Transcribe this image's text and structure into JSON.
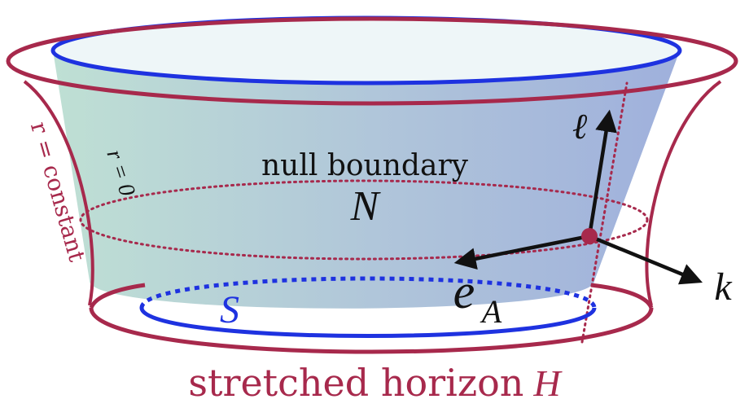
{
  "colors": {
    "crimson": "#A7294C",
    "blue": "#1E32E0",
    "black": "#111111",
    "fill_left": "#BFE0D4",
    "fill_right": "#9FB0DC",
    "top_fill": "#EEF6F8"
  },
  "labels": {
    "null_boundary": "null boundary",
    "N": "N",
    "S": "S",
    "e": "e",
    "A": "A",
    "ell": "ℓ",
    "k": "k",
    "r_zero": "r = 0",
    "r_constant": "r = constant",
    "stretched_horizon": "stretched horizon",
    "H": "H"
  }
}
